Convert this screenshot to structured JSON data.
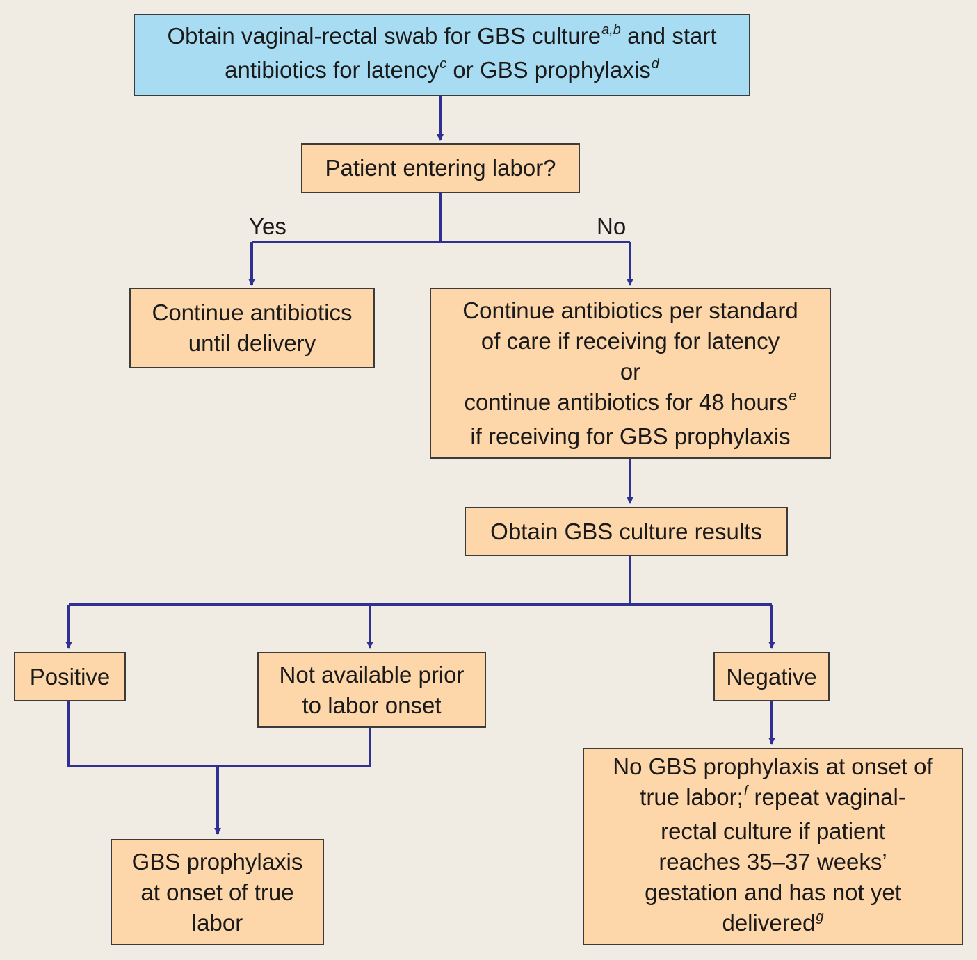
{
  "boxes": {
    "start": {
      "line1_a": "Obtain vaginal-rectal swab for GBS culture",
      "line1_sup": "a,b",
      "line1_b": " and start",
      "line2_a": "antibiotics for latency",
      "line2_sup1": "c",
      "line2_b": " or GBS prophylaxis",
      "line2_sup2": "d"
    },
    "labor_question": {
      "text": "Patient entering labor?"
    },
    "continue_until_delivery": {
      "line1": "Continue antibiotics",
      "line2": "until delivery"
    },
    "continue_standard": {
      "line1": "Continue antibiotics per standard",
      "line2": "of care if receiving for latency",
      "line3": "or",
      "line4_a": "continue antibiotics for 48 hours",
      "line4_sup": "e",
      "line5": "if receiving for GBS prophylaxis"
    },
    "obtain_results": {
      "text": "Obtain GBS culture results"
    },
    "positive": {
      "text": "Positive"
    },
    "not_available": {
      "line1": "Not available prior",
      "line2": "to labor onset"
    },
    "negative": {
      "text": "Negative"
    },
    "gbs_prophylaxis": {
      "line1": "GBS prophylaxis",
      "line2": "at onset of true",
      "line3": "labor"
    },
    "no_prophylaxis": {
      "line1": "No GBS prophylaxis at onset of",
      "line2_a": "true labor;",
      "line2_sup": "f",
      "line2_b": " repeat vaginal-",
      "line3": "rectal culture if patient",
      "line4": "reaches 35–37 weeks’",
      "line5": "gestation and has not yet",
      "line6_a": "delivered",
      "line6_sup": "g"
    }
  },
  "branch_labels": {
    "yes": "Yes",
    "no": "No"
  },
  "colors": {
    "background": "#f0ebe3",
    "start_box": "#a8dcf3",
    "step_box": "#fdd6aa",
    "border": "#3b3b3b",
    "connector": "#2e3192"
  }
}
